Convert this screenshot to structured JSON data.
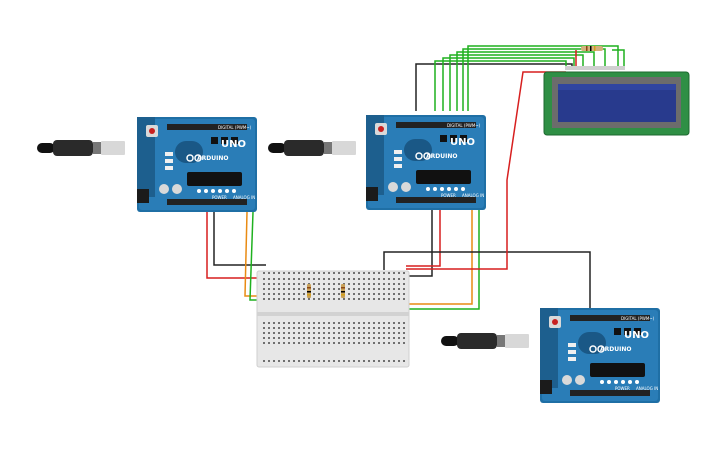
{
  "boards": [
    {
      "name": "arduino-1",
      "brand": "ARDUINO",
      "model": "UNO",
      "labels": {
        "digital": "DIGITAL (PWM~)",
        "power": "POWER",
        "analog": "ANALOG IN"
      }
    },
    {
      "name": "arduino-2",
      "brand": "ARDUINO",
      "model": "UNO",
      "labels": {
        "digital": "DIGITAL (PWM~)",
        "power": "POWER",
        "analog": "ANALOG IN"
      }
    },
    {
      "name": "arduino-3",
      "brand": "ARDUINO",
      "model": "UNO",
      "labels": {
        "digital": "DIGITAL (PWM~)",
        "power": "POWER",
        "analog": "ANALOG IN"
      }
    }
  ],
  "colors": {
    "board": "#1f6fa5",
    "board_dark": "#145179",
    "lcd_pcb": "#2f8f45",
    "lcd_screen": "#283a8d",
    "breadboard": "#e7e7e7",
    "wire_red": "#d71f1f",
    "wire_black": "#232323",
    "wire_green": "#1fb11f",
    "wire_orange": "#e98b13"
  },
  "icons": {
    "usb": "usb-cable-icon",
    "lcd": "lcd-display-icon",
    "resistor": "resistor-icon"
  }
}
